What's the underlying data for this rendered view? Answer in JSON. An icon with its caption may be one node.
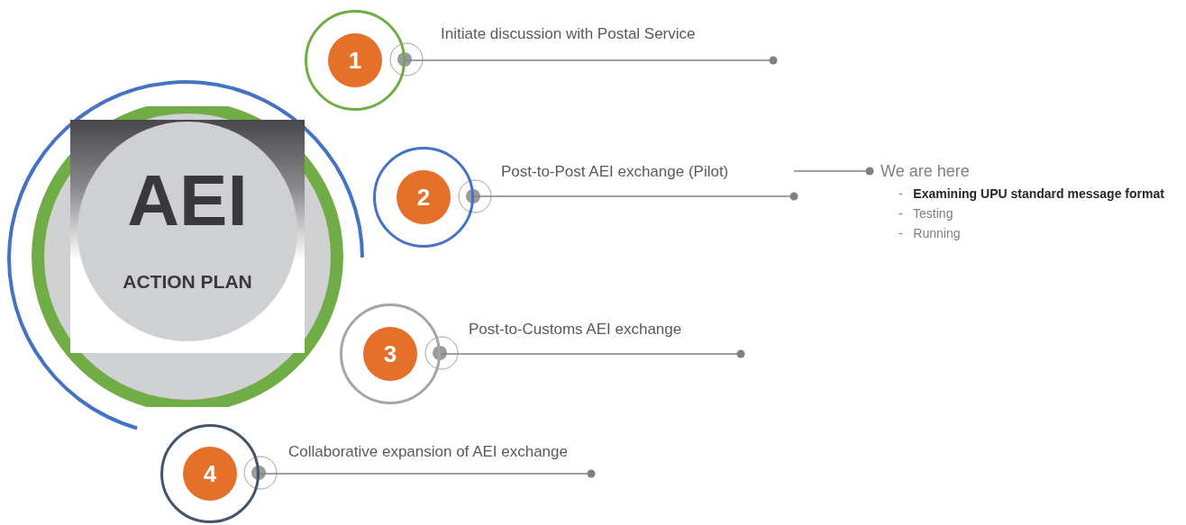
{
  "diagram": {
    "nodes": [
      {
        "text": [
          "AEI",
          "ACTION PLAN"
        ]
      },
      {
        "text": [
          "1"
        ]
      },
      {
        "text": [
          "Initiate discussion with Postal Service"
        ]
      },
      {
        "text": [
          "2"
        ]
      },
      {
        "text": [
          "Post-to-Post AEI exchange (Pilot)"
        ]
      },
      {
        "text": [
          "We are here",
          "-   **Examining UPU standard message format**",
          "-   Testing",
          "-   Running"
        ]
      },
      {
        "text": [
          "3"
        ]
      },
      {
        "text": [
          "Post-to-Customs AEI exchange"
        ]
      },
      {
        "text": [
          "4"
        ]
      },
      {
        "text": [
          "Collaborative expansion of AEI exchange"
        ]
      }
    ],
    "edges": [
      {
        "from": 1,
        "to": 2,
        "arrow": "other"
      },
      {
        "from": 3,
        "to": 4,
        "arrow": "other"
      },
      {
        "from": 4,
        "to": 5,
        "arrow": "other"
      },
      {
        "from": 6,
        "to": 7,
        "arrow": "other"
      },
      {
        "from": 8,
        "to": 9,
        "arrow": "other"
      }
    ]
  }
}
